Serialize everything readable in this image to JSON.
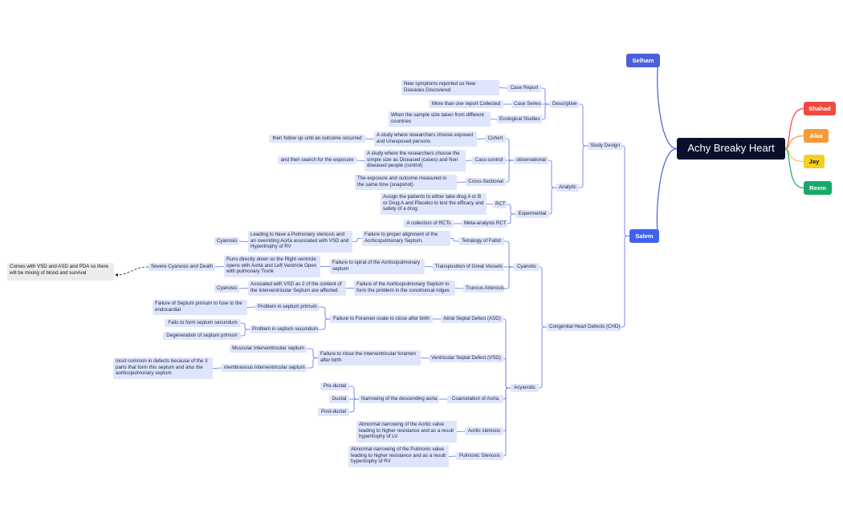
{
  "colors": {
    "root_bg": "#0a0f2a",
    "branch_blue": "#4a5fd9",
    "shahad": "#f04a3e",
    "alaa": "#f39b3a",
    "jay": "#f5cf24",
    "reem": "#17a969",
    "node_bg": "#dfe5fb",
    "line": "#5b6fe0"
  },
  "nodes": {
    "root": "Achy Breaky Heart",
    "selham": "Selham",
    "salem": "Salem",
    "shahad": "Shahad",
    "alaa": "Alaa",
    "jay": "Jay",
    "reem": "Reem",
    "study_design": "Study Design",
    "descriptive": "Descriptive",
    "case_report": "Case Report",
    "case_report_desc": "New symptoms reported so New Diseases Discovered",
    "case_series": "Case Series",
    "case_series_desc": "More than one report Collected",
    "ecological": "Ecological Studies",
    "ecological_desc": "When the sample size taken from different countries",
    "analytic": "Analytic",
    "observational": "observational",
    "cohort": "Cohort",
    "cohort_desc": "A study where researchers choose exposed and Unexposed persons",
    "cohort_then": "then follow up until an outcome occurred",
    "case_control": "Cass-control",
    "case_control_desc": "A study where the researchers choose the simple size as Diseased (cases)  and Non diseased people (control)",
    "case_control_then": "and then search for the exposure",
    "cross_sectional": "Cross-Sectional",
    "cross_sectional_desc": "The exposure and outcome measured in the same time (snapshot)",
    "experimental": "Expermental",
    "rct": "RCT",
    "rct_desc": "Assign the patients to either take drug A or B or Drug A and Placebo to test the efficacy and safety of a drug.",
    "meta": "Meta-analysis RCT",
    "meta_desc": "A collection of RCTs",
    "chd": "Congenital Heart Defects (CHD)",
    "cyanotic": "Cyanotic",
    "tof": "Tetralogy of Fallot",
    "tof_desc": "Failure to proper alignment of the Aorticopulmonary Septum.",
    "tof_result": "Leading to have a Pulmonary stenosis and an overriding Aorta associated with VSD and Hypertrophy of RV",
    "tof_cyanosis": "Cyanosis",
    "tga": "Transposition of Great Vessels",
    "tga_desc": "Failure to spiral of the Aorticopulmonary septum",
    "tga_result": "Runs directly down so the Right ventricle opens with Aorta and Left Ventricle Open with pulmonary Trunk",
    "tga_severe": "Severe Cyanosis and Death",
    "tga_note": "Comes with VSD and ASD and PDA so there will be mixing of blood and survival",
    "truncus": "Truncus Arterosis",
    "truncus_desc": "Failure of the Aorticopulmonary Septum to form the problem in the conotruncal ridges",
    "truncus_result": "Assicated with VSD as 2 of the content of the Interventricular Septum are affected",
    "truncus_cyanosis": "Cyanosis",
    "acyanotic": "Acyanotic",
    "asd": "Atrial Septal Defect (ASD)",
    "asd_desc": "Failure to Foramen ovale to close after birth",
    "asd_primum": "Problem in septum primum",
    "asd_primum_desc": "Failure of Septum primum to fuse to the endocardial",
    "asd_secundum": "Problem in septum secundum",
    "asd_secundum_a": "Fails to form septum secundum",
    "asd_secundum_b": "Degeneration of septum primum",
    "vsd": "Ventricular Septal Defect (VSD)",
    "vsd_desc": "Failure to close the interventricular foramen after birth",
    "vsd_muscular": "Muscular Interventricular septum",
    "vsd_membranous": "membranous Interventricular septum",
    "vsd_membranous_desc": "most common in defects because of the 3 parts that form this septum and also the aorticopulmonary septum",
    "coarct": "Coarcetation of Aorta",
    "coarct_desc": "Narrowing of the descending aorta",
    "preductal": "Pre-ductal",
    "ductal": "Ductal",
    "postductal": "Post-ductal",
    "aortic": "Aortic stenosis",
    "aortic_desc": "Abnormal narrowing of the Aortic valve leading to higher resistance and as a result hypertrophy of LV",
    "pulmonic": "Pulmonic Stenosis",
    "pulmonic_desc": "Abnormal narrowing of the Pulmonic valve leading to higher resistance and as a result hypertrophy of RV"
  }
}
